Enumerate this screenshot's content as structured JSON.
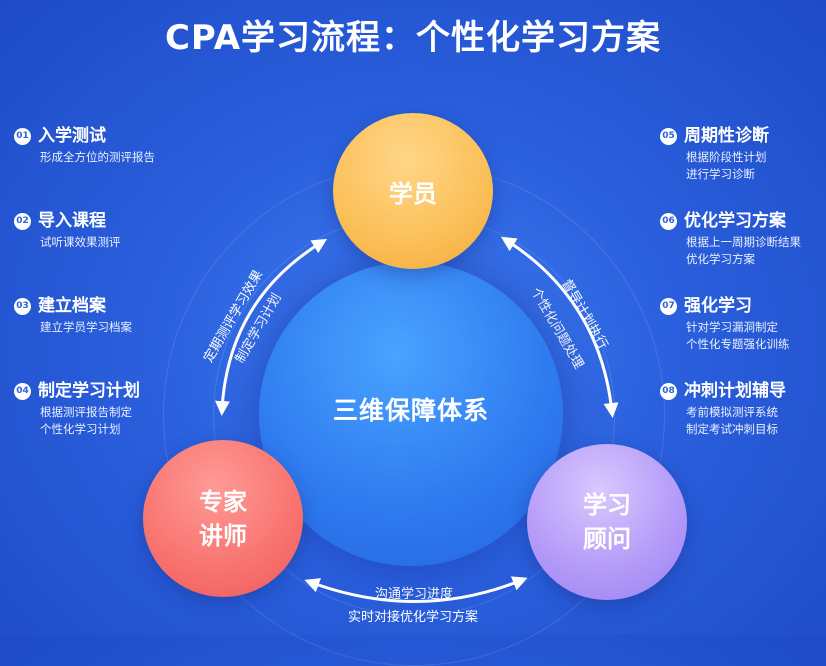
{
  "title": "CPA学习流程：个性化学习方案",
  "center_label": "三维保障体系",
  "nodes": {
    "student": "学员",
    "expert_line1": "专家",
    "expert_line2": "讲师",
    "advisor_line1": "学习",
    "advisor_line2": "顾问"
  },
  "left_steps": [
    {
      "num": "01",
      "title": "入学测试",
      "desc": [
        "形成全方位的测评报告"
      ]
    },
    {
      "num": "02",
      "title": "导入课程",
      "desc": [
        "试听课效果测评"
      ]
    },
    {
      "num": "03",
      "title": "建立档案",
      "desc": [
        "建立学员学习档案"
      ]
    },
    {
      "num": "04",
      "title": "制定学习计划",
      "desc": [
        "根据测评报告制定",
        "个性化学习计划"
      ]
    }
  ],
  "right_steps": [
    {
      "num": "05",
      "title": "周期性诊断",
      "desc": [
        "根据阶段性计划",
        "进行学习诊断"
      ]
    },
    {
      "num": "06",
      "title": "优化学习方案",
      "desc": [
        "根据上一周期诊断结果",
        "优化学习方案"
      ]
    },
    {
      "num": "07",
      "title": "强化学习",
      "desc": [
        "针对学习漏洞制定",
        "个性化专题强化训练"
      ]
    },
    {
      "num": "08",
      "title": "冲刺计划辅导",
      "desc": [
        "考前模拟测评系统",
        "制定考试冲刺目标"
      ]
    }
  ],
  "arc_labels": {
    "left_outer": "定期测评学习效果",
    "left_inner": "制定学习计划",
    "right_outer": "督导计划执行",
    "right_inner": "个性化问题处理",
    "bottom_top": "沟通学习进度",
    "bottom_bottom": "实时对接优化学习方案"
  }
}
